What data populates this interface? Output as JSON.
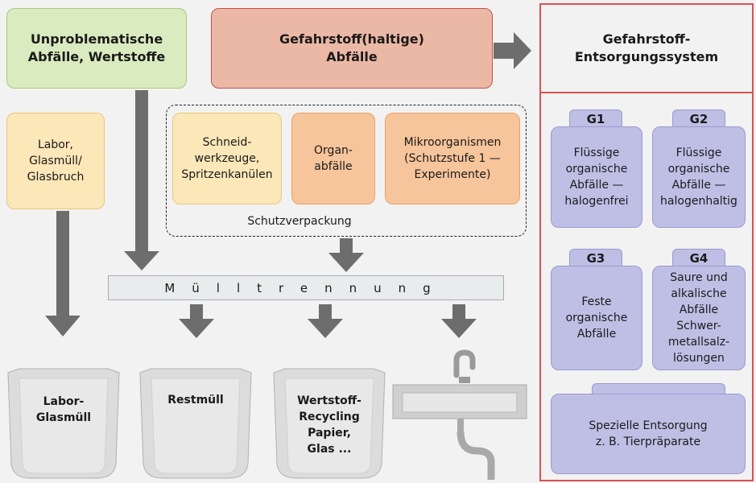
{
  "top": {
    "unproblematic": "Unproblematische\nAbfälle, Wertstoffe",
    "hazardous": "Gefahrstoff(haltige)\nAbfälle",
    "system": "Gefahrstoff-\nEntsorgungssystem"
  },
  "sources": {
    "labor": "Labor,\nGlasmüll/\nGlasbruch",
    "schneid": "Schneid-\nwerkzeuge,\nSpritzenkanülen",
    "organ": "Organ-\nabfälle",
    "mikro": "Mikroorganismen\n(Schutzstufe 1 —\nExperimente)",
    "schutzverpackung": "Schutzverpackung"
  },
  "muelltrennung": "Mülltrennung",
  "bins": {
    "labor_glas": "Labor-\nGlasmüll",
    "restmuell": "Restmüll",
    "wertstoff": "Wertstoff-\nRecycling\nPapier,\nGlas ..."
  },
  "canisters": [
    {
      "label": "G1",
      "text": "Flüssige\norganische\nAbfälle —\nhalogenfrei"
    },
    {
      "label": "G2",
      "text": "Flüssige\norganische\nAbfälle —\nhalogenhaltig"
    },
    {
      "label": "G3",
      "text": "Feste\norganische\nAbfälle"
    },
    {
      "label": "G4",
      "text": "Saure und\nalkalische\nAbfälle\nSchwer-\nmetallsalz-\nlösungen"
    }
  ],
  "special": "Spezielle Entsorgung\nz. B. Tierpräparate",
  "colors": {
    "arrow": "#6d6d6d",
    "red_border": "#d9534f",
    "purple": "#bfbfe6"
  }
}
